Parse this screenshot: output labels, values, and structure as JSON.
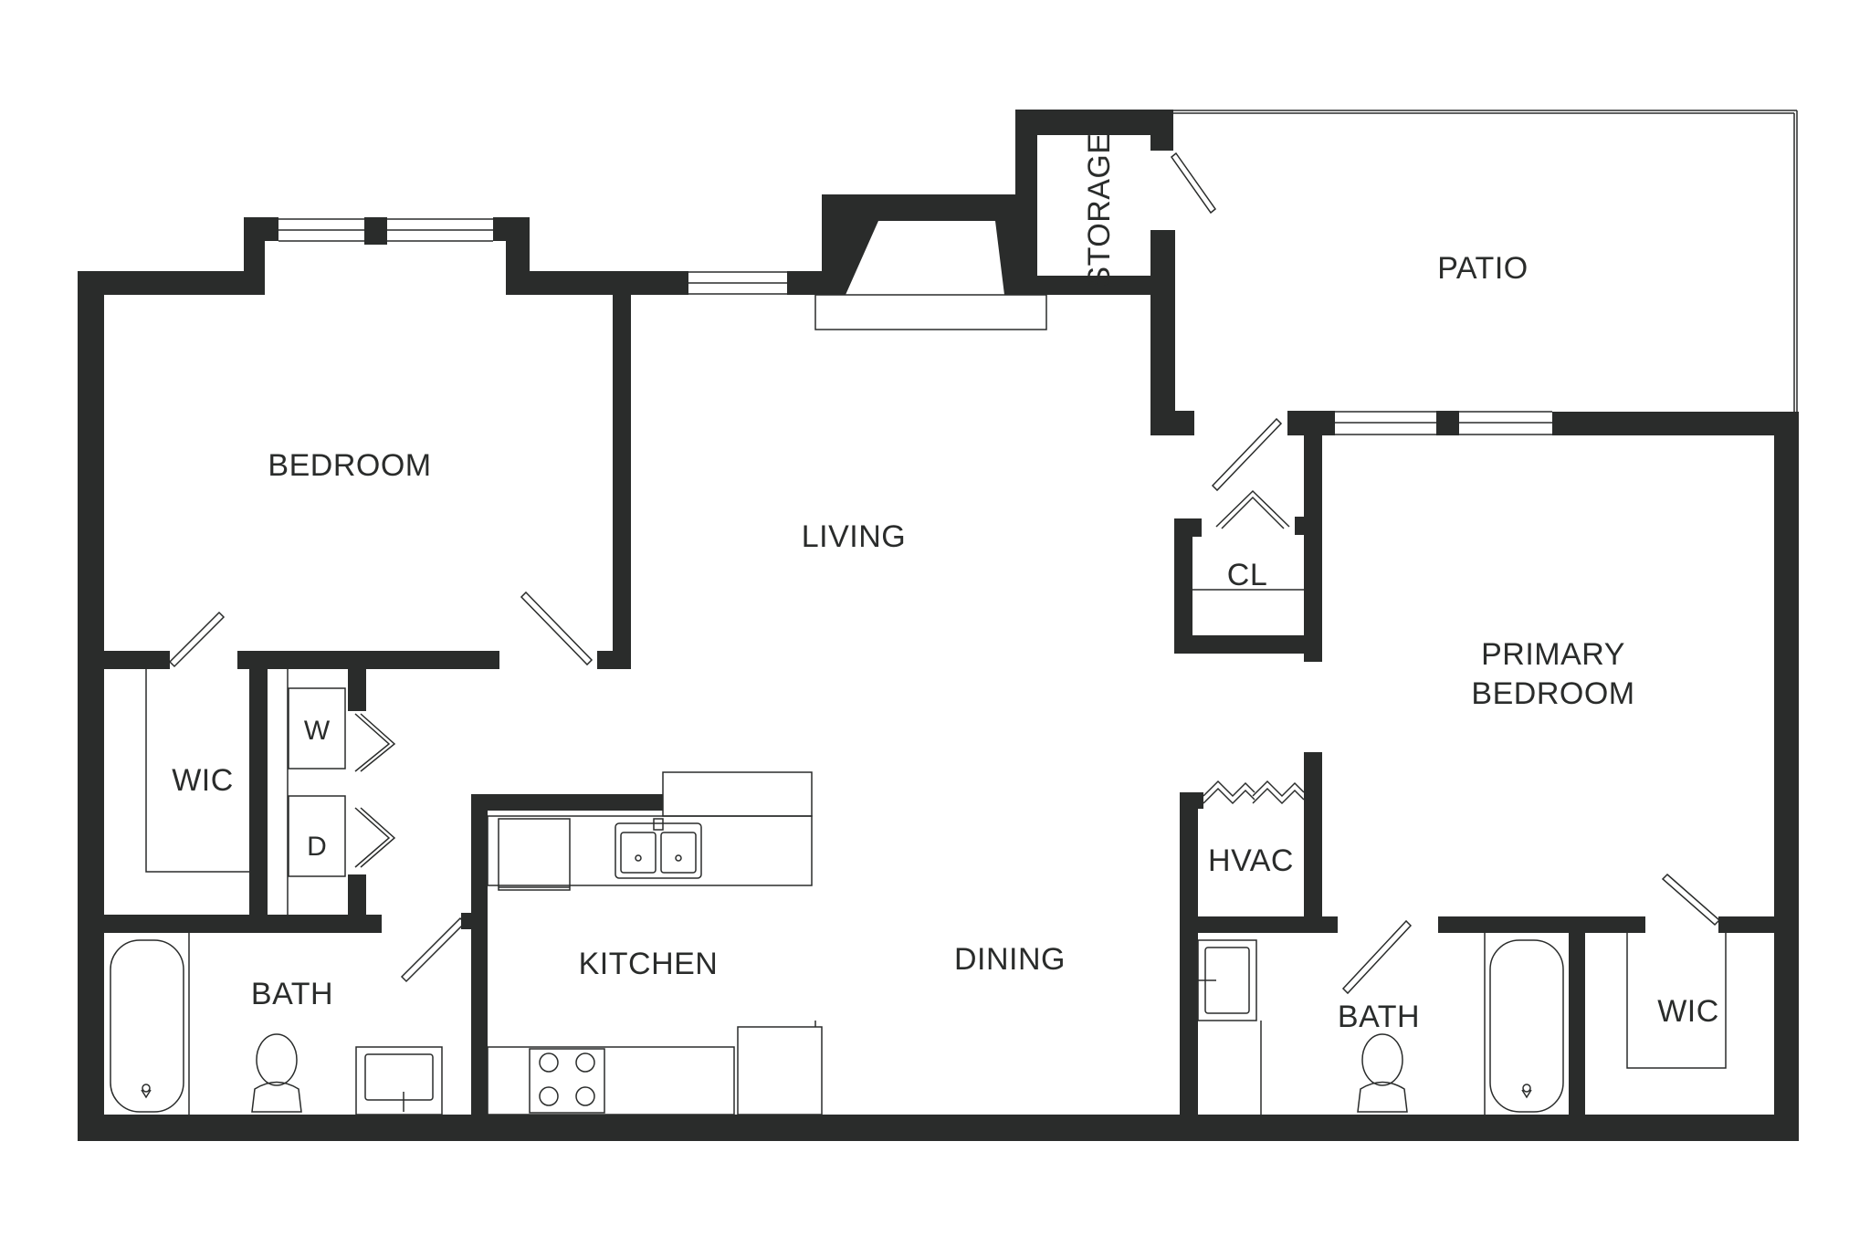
{
  "colors": {
    "wall": "#2a2c2b",
    "line": "#2a2c2b",
    "background": "#ffffff"
  },
  "rooms": {
    "bedroom": "BEDROOM",
    "living": "LIVING",
    "storage": "STORAGE",
    "patio": "PATIO",
    "closet": "CL",
    "primary_bedroom_line1": "PRIMARY",
    "primary_bedroom_line2": "BEDROOM",
    "wic_left": "WIC",
    "washer": "W",
    "dryer": "D",
    "bath_left": "BATH",
    "kitchen": "KITCHEN",
    "dining": "DINING",
    "hvac": "HVAC",
    "bath_right": "BATH",
    "wic_right": "WIC"
  }
}
